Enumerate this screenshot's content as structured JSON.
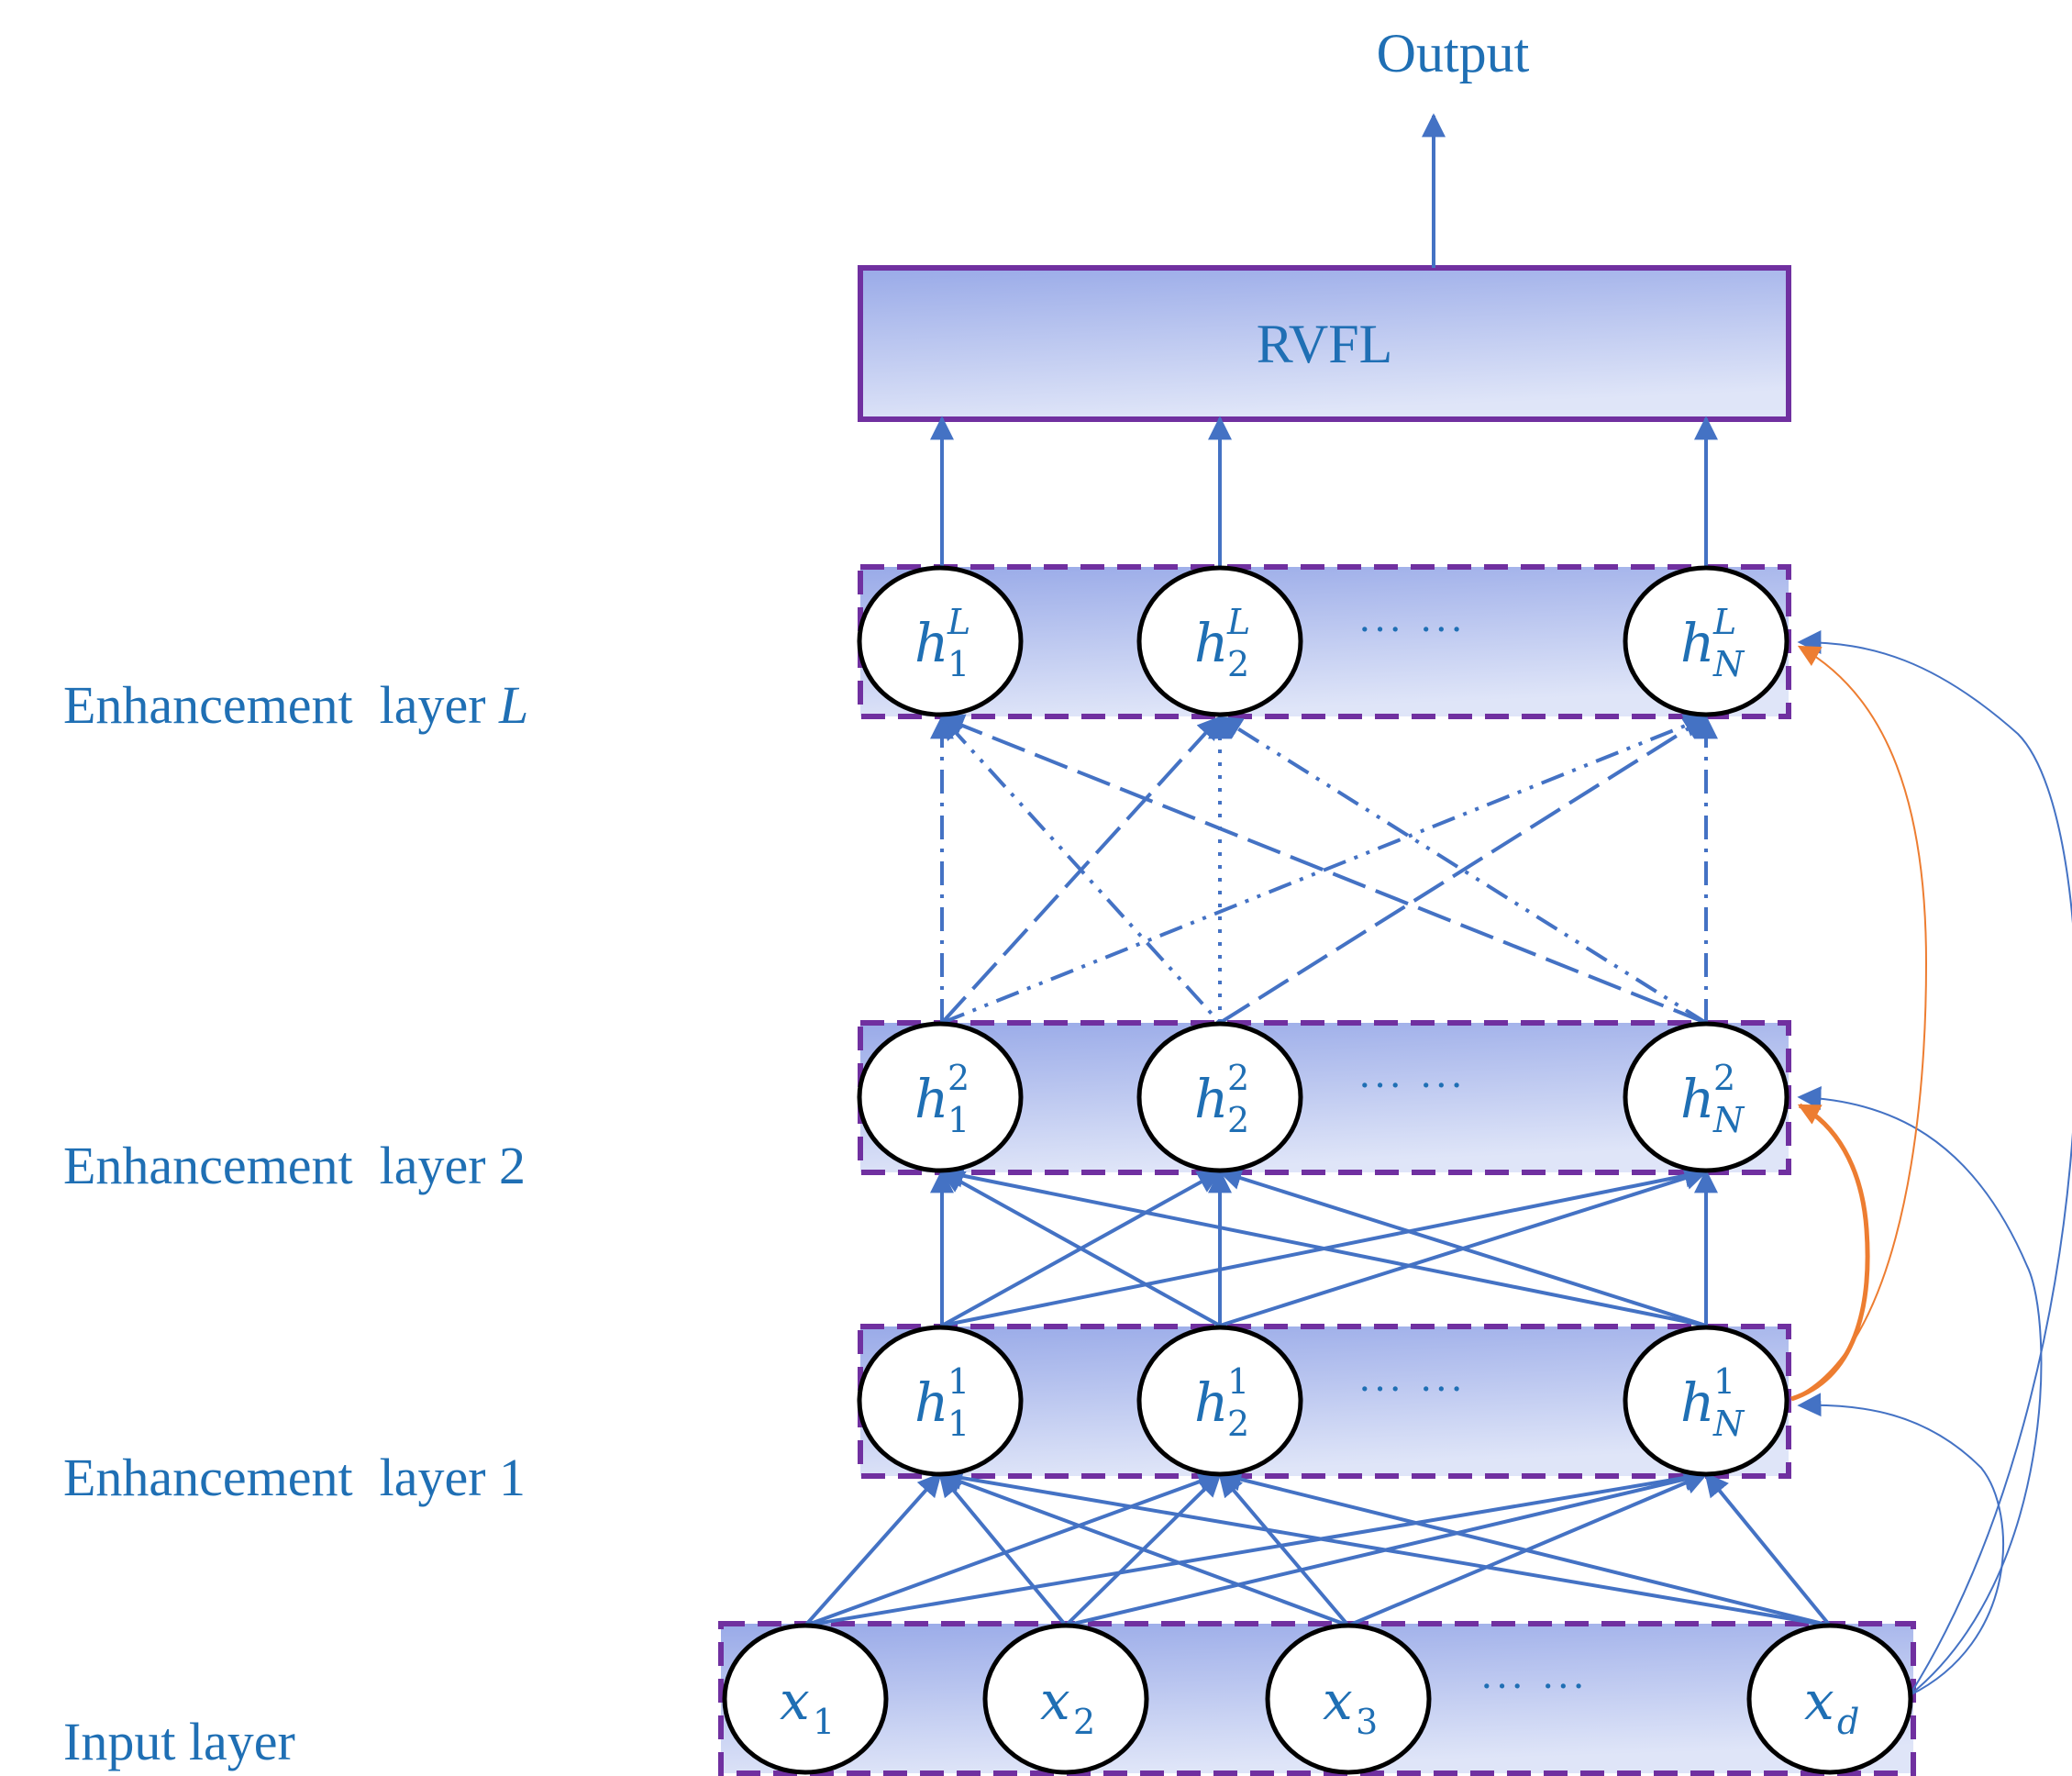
{
  "output_label": "Output",
  "rvfl_label": "RVFL",
  "layer_labels": {
    "enh_L": {
      "text": "Enhancement  layer ",
      "var": "L"
    },
    "enh_2": {
      "text": "Enhancement  layer 2",
      "var": ""
    },
    "enh_1": {
      "text": "Enhancement  layer 1",
      "var": ""
    },
    "input": {
      "text": "Input layer",
      "var": ""
    }
  },
  "ellipsis": "···  ···",
  "layers": {
    "L": {
      "nodes": [
        {
          "base": "h",
          "sub": "1",
          "sup": "L"
        },
        {
          "base": "h",
          "sub": "2",
          "sup": "L"
        },
        {
          "base": "h",
          "sub": "N",
          "sup": "L"
        }
      ]
    },
    "two": {
      "nodes": [
        {
          "base": "h",
          "sub": "1",
          "sup": "2"
        },
        {
          "base": "h",
          "sub": "2",
          "sup": "2"
        },
        {
          "base": "h",
          "sub": "N",
          "sup": "2"
        }
      ]
    },
    "one": {
      "nodes": [
        {
          "base": "h",
          "sub": "1",
          "sup": "1"
        },
        {
          "base": "h",
          "sub": "2",
          "sup": "1"
        },
        {
          "base": "h",
          "sub": "N",
          "sup": "1"
        }
      ]
    },
    "input": {
      "nodes": [
        {
          "base": "x",
          "sub": "1",
          "sup": ""
        },
        {
          "base": "x",
          "sub": "2",
          "sup": ""
        },
        {
          "base": "x",
          "sub": "3",
          "sup": ""
        },
        {
          "base": "x",
          "sub": "d",
          "sup": ""
        }
      ]
    }
  },
  "colors": {
    "text": "#1f6fb4",
    "edge": "#4472c4",
    "skip_edge": "#ed7d31",
    "box_border": "#7030a0",
    "box_fill_top": "#99aae8",
    "box_fill_bottom": "#dfe5f8"
  }
}
